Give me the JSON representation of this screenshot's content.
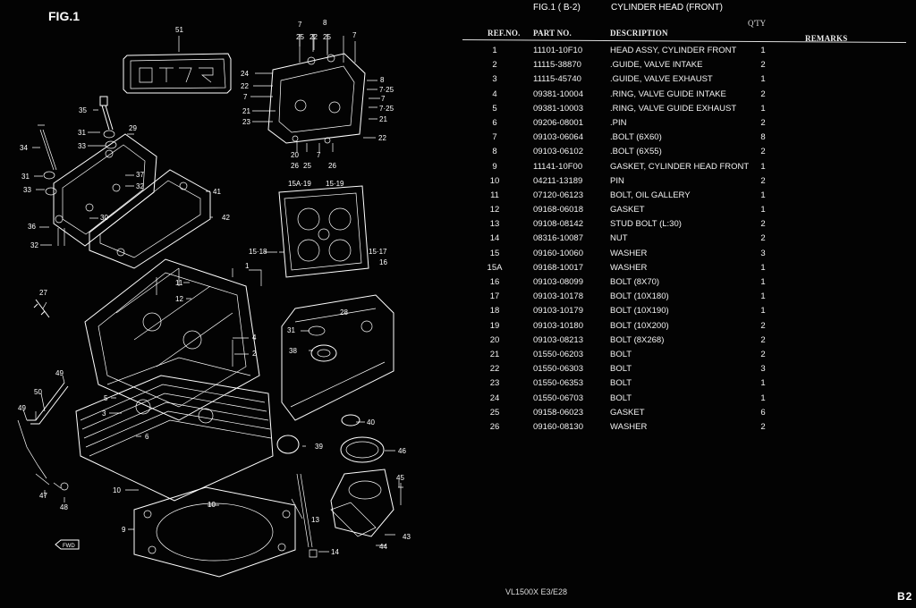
{
  "figure_label": "FIG.1",
  "caption": {
    "fig": "FIG.1 ( B-2)",
    "title": "CYLINDER HEAD (FRONT)"
  },
  "headers": {
    "ref": "REF.NO.",
    "part": "PART NO.",
    "desc": "DESCRIPTION",
    "qty": "Q'TY",
    "remarks": "REMARKS"
  },
  "rows": [
    {
      "ref": "1",
      "part": "11101-10F10",
      "desc": "HEAD ASSY, CYLINDER FRONT",
      "qty": "1"
    },
    {
      "ref": "2",
      "part": "11115-38870",
      "desc": ".GUIDE, VALVE INTAKE",
      "qty": "2"
    },
    {
      "ref": "3",
      "part": "11115-45740",
      "desc": ".GUIDE, VALVE EXHAUST",
      "qty": "1"
    },
    {
      "ref": "4",
      "part": "09381-10004",
      "desc": ".RING, VALVE GUIDE INTAKE",
      "qty": "2"
    },
    {
      "ref": "5",
      "part": "09381-10003",
      "desc": ".RING, VALVE GUIDE EXHAUST",
      "qty": "1"
    },
    {
      "ref": "6",
      "part": "09206-08001",
      "desc": ".PIN",
      "qty": "2"
    },
    {
      "ref": "7",
      "part": "09103-06064",
      "desc": ".BOLT (6X60)",
      "qty": "8"
    },
    {
      "ref": "8",
      "part": "09103-06102",
      "desc": ".BOLT (6X55)",
      "qty": "2"
    },
    {
      "ref": "9",
      "part": "11141-10F00",
      "desc": "GASKET, CYLINDER HEAD FRONT",
      "qty": "1"
    },
    {
      "ref": "10",
      "part": "04211-13189",
      "desc": "PIN",
      "qty": "2"
    },
    {
      "ref": "11",
      "part": "07120-06123",
      "desc": "BOLT, OIL GALLERY",
      "qty": "1"
    },
    {
      "ref": "12",
      "part": "09168-06018",
      "desc": "GASKET",
      "qty": "1"
    },
    {
      "ref": "13",
      "part": "09108-08142",
      "desc": "STUD BOLT (L:30)",
      "qty": "2"
    },
    {
      "ref": "14",
      "part": "08316-10087",
      "desc": "NUT",
      "qty": "2"
    },
    {
      "ref": "15",
      "part": "09160-10060",
      "desc": "WASHER",
      "qty": "3"
    },
    {
      "ref": "15A",
      "part": "09168-10017",
      "desc": "WASHER",
      "qty": "1"
    },
    {
      "ref": "16",
      "part": "09103-08099",
      "desc": "BOLT (8X70)",
      "qty": "1"
    },
    {
      "ref": "17",
      "part": "09103-10178",
      "desc": "BOLT (10X180)",
      "qty": "1"
    },
    {
      "ref": "18",
      "part": "09103-10179",
      "desc": "BOLT (10X190)",
      "qty": "1"
    },
    {
      "ref": "19",
      "part": "09103-10180",
      "desc": "BOLT (10X200)",
      "qty": "2"
    },
    {
      "ref": "20",
      "part": "09103-08213",
      "desc": "BOLT (8X268)",
      "qty": "2"
    },
    {
      "ref": "21",
      "part": "01550-06203",
      "desc": "BOLT",
      "qty": "2"
    },
    {
      "ref": "22",
      "part": "01550-06303",
      "desc": "BOLT",
      "qty": "3"
    },
    {
      "ref": "23",
      "part": "01550-06353",
      "desc": "BOLT",
      "qty": "1"
    },
    {
      "ref": "24",
      "part": "01550-06703",
      "desc": "BOLT",
      "qty": "1"
    },
    {
      "ref": "25",
      "part": "09158-06023",
      "desc": "GASKET",
      "qty": "6"
    },
    {
      "ref": "26",
      "part": "09160-08130",
      "desc": "WASHER",
      "qty": "2"
    }
  ],
  "footer_model": "VL1500X  E3/E28",
  "page_number": "B2",
  "diagram_labels": [
    "51",
    "7",
    "8",
    "25",
    "22",
    "25",
    "7",
    "24",
    "22",
    "7",
    "21",
    "23",
    "8",
    "7·25",
    "7",
    "7·25",
    "21",
    "22",
    "20",
    "26",
    "25",
    "7",
    "26",
    "35",
    "34",
    "31",
    "33",
    "29",
    "31",
    "33",
    "37",
    "32",
    "30",
    "36",
    "32",
    "41",
    "42",
    "15A·19",
    "15·19",
    "15·18",
    "15·17",
    "16",
    "27",
    "1",
    "11",
    "12",
    "28",
    "31",
    "38",
    "4",
    "2",
    "49",
    "50",
    "49",
    "5",
    "3",
    "6",
    "10",
    "47",
    "48",
    "9",
    "10",
    "13",
    "14",
    "39",
    "40",
    "46",
    "45",
    "43",
    "44",
    "FWD"
  ]
}
